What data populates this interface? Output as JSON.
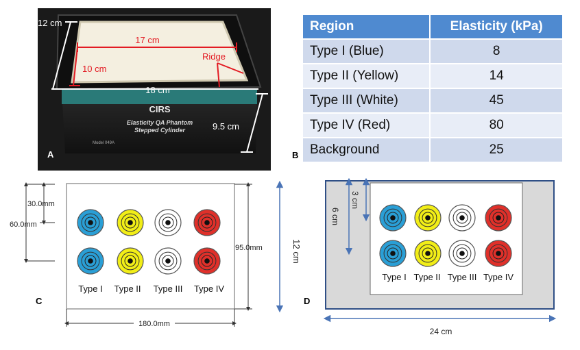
{
  "panel_labels": {
    "a": "A",
    "b": "B",
    "c": "C",
    "d": "D"
  },
  "photo": {
    "dim_width": "17 cm",
    "dim_depth": "10 cm",
    "dim_height": "12 cm",
    "dim_outer": "18 cm",
    "dim_side": "9.5 cm",
    "ridge": "Ridge",
    "brand": "CIRS",
    "product_line1": "Elasticity QA Phantom",
    "product_line2": "Stepped Cylinder",
    "model": "Model 049A",
    "colors": {
      "dimension": "#e31b23",
      "tray": "#f4efe0",
      "band": "#2a7a78"
    }
  },
  "table": {
    "headers": [
      "Region",
      "Elasticity (kPa)"
    ],
    "rows": [
      {
        "region": "Type I (Blue)",
        "value": "8"
      },
      {
        "region": "Type II (Yellow)",
        "value": "14"
      },
      {
        "region": "Type III (White)",
        "value": "45"
      },
      {
        "region": "Type IV (Red)",
        "value": "80"
      },
      {
        "region": "Background",
        "value": "25"
      }
    ],
    "colors": {
      "header": "#4f8ad0",
      "row_dark": "#cfd9ec",
      "row_light": "#e8edf7"
    }
  },
  "diagram_c": {
    "dim_top": "30.0mm",
    "dim_left": "60.0mm",
    "dim_right": "95.0mm",
    "dim_outer_right": "12 cm",
    "dim_bottom": "180.0mm",
    "type_labels": [
      "Type I",
      "Type II",
      "Type III",
      "Type IV"
    ]
  },
  "diagram_d": {
    "dim_3cm": "3 cm",
    "dim_6cm": "6 cm",
    "dim_24cm": "24 cm",
    "type_labels": [
      "Type I",
      "Type II",
      "Type III",
      "Type IV"
    ]
  },
  "inclusion_colors": [
    "#2a9fd6",
    "#f2ee17",
    "#ffffff",
    "#e0302a"
  ],
  "arrow_color": "#4a74b6"
}
